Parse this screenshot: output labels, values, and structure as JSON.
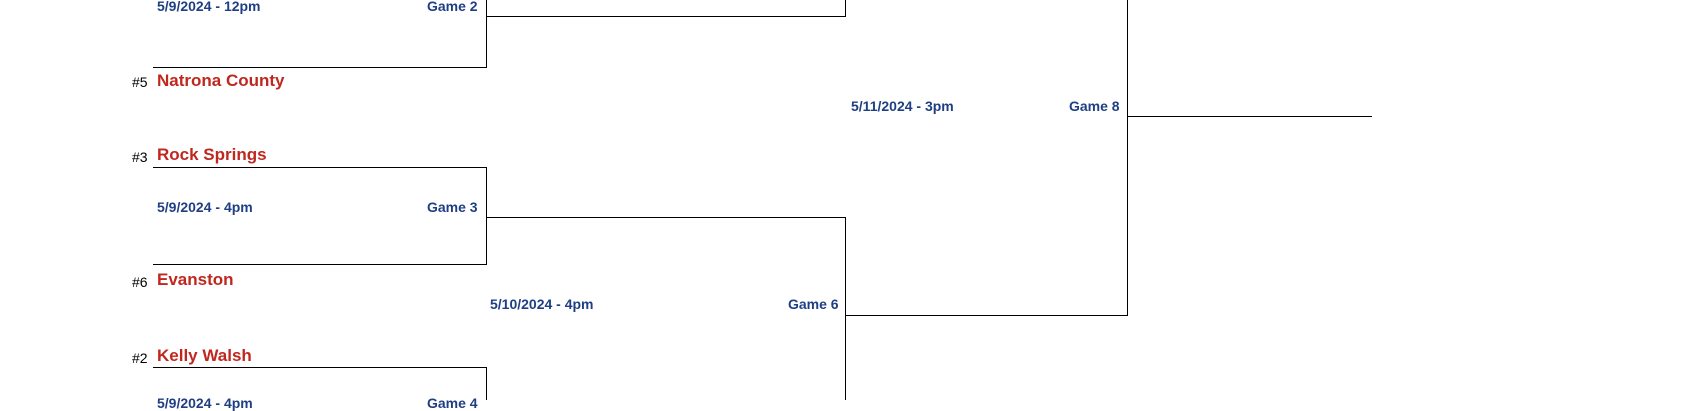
{
  "colors": {
    "team": "#c0271e",
    "meta": "#1f3f84",
    "line": "#000000",
    "seed": "#000000"
  },
  "teams": [
    {
      "seed": "#5",
      "name": "Natrona County"
    },
    {
      "seed": "#3",
      "name": "Rock Springs"
    },
    {
      "seed": "#6",
      "name": "Evanston"
    },
    {
      "seed": "#2",
      "name": "Kelly Walsh"
    }
  ],
  "games": {
    "g2": {
      "label": "Game 2",
      "when": "5/9/2024 - 12pm"
    },
    "g3": {
      "label": "Game 3",
      "when": "5/9/2024 - 4pm"
    },
    "g4": {
      "label": "Game 4",
      "when": "5/9/2024 - 4pm"
    },
    "g6": {
      "label": "Game 6",
      "when": "5/10/2024 - 4pm"
    },
    "g8": {
      "label": "Game 8",
      "when": "5/11/2024 - 3pm"
    }
  }
}
